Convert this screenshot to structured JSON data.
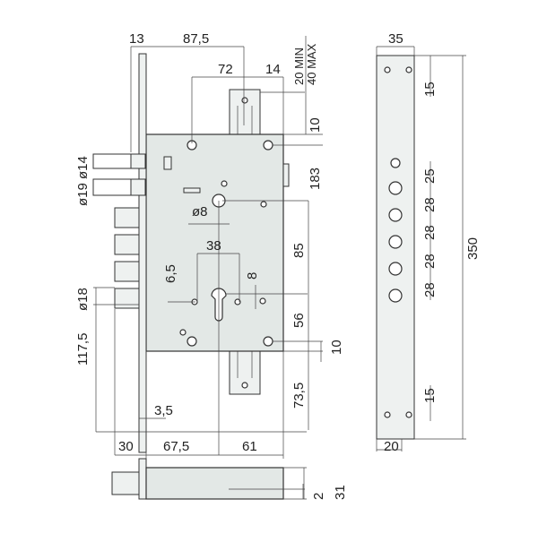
{
  "title": "Mortise lock dimensional drawing",
  "front_view": {
    "top_dims": {
      "faceplate": "13",
      "backset_total": "87,5",
      "screw_spacing": "72",
      "offset": "14",
      "min": "20 MIN",
      "max": "40 MAX",
      "top_gap": "10"
    },
    "right_dims": {
      "height": "183",
      "upper": "85",
      "lower": "56",
      "bottom_gap": "10",
      "strike_bottom": "73,5"
    },
    "inner_dims": {
      "spindle": "ø8",
      "cylinder_spacing": "38",
      "hole_left": "6,5",
      "hole_right": "8"
    },
    "left_dims": {
      "bolt_diameters": "ø19 ø14",
      "latch_diameter": "ø18",
      "latch_height": "117,5"
    },
    "bottom_dims": {
      "plate_thickness": "3,5",
      "bolt_throw": "30",
      "backset": "67,5",
      "case_depth": "61"
    }
  },
  "bottom_view": {
    "inner": "2",
    "thickness": "31"
  },
  "side_view": {
    "width": "35",
    "top_margin": "15",
    "first_gap": "25",
    "gaps": [
      "28",
      "28",
      "28",
      "28"
    ],
    "length": "350",
    "bottom_margin": "15",
    "bottom_width": "20"
  }
}
